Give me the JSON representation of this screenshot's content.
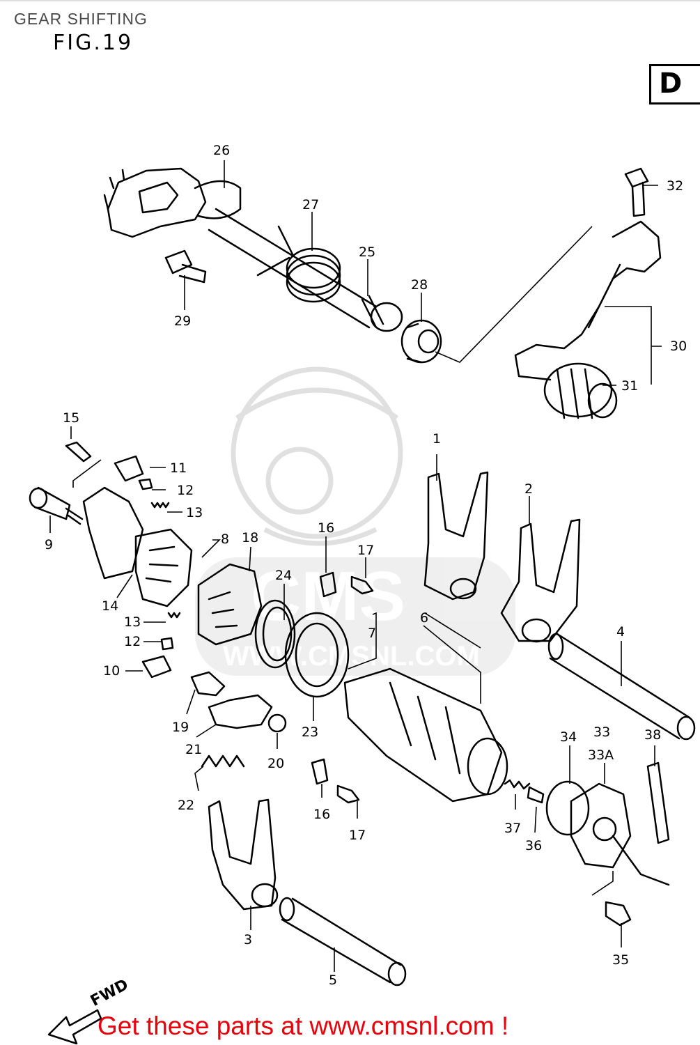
{
  "header": {
    "title": "GEAR SHIFTING",
    "figure": "FIG.19",
    "section": "D"
  },
  "watermark": {
    "brand": "CMS",
    "url": "WWW.CMSNL.COM"
  },
  "direction_label": "FWD",
  "footer": {
    "text": "Get these parts at www.cmsnl.com !",
    "color": "#e8000b"
  },
  "callouts": [
    {
      "id": "c1",
      "label": "1"
    },
    {
      "id": "c2",
      "label": "2"
    },
    {
      "id": "c3",
      "label": "3"
    },
    {
      "id": "c4",
      "label": "4"
    },
    {
      "id": "c5",
      "label": "5"
    },
    {
      "id": "c6",
      "label": "6"
    },
    {
      "id": "c7",
      "label": "7"
    },
    {
      "id": "c8",
      "label": "8"
    },
    {
      "id": "c9",
      "label": "9"
    },
    {
      "id": "c10",
      "label": "10"
    },
    {
      "id": "c11",
      "label": "11"
    },
    {
      "id": "c12a",
      "label": "12"
    },
    {
      "id": "c12b",
      "label": "12"
    },
    {
      "id": "c13a",
      "label": "13"
    },
    {
      "id": "c13b",
      "label": "13"
    },
    {
      "id": "c14",
      "label": "14"
    },
    {
      "id": "c15",
      "label": "15"
    },
    {
      "id": "c16a",
      "label": "16"
    },
    {
      "id": "c16b",
      "label": "16"
    },
    {
      "id": "c17a",
      "label": "17"
    },
    {
      "id": "c17b",
      "label": "17"
    },
    {
      "id": "c18",
      "label": "18"
    },
    {
      "id": "c19",
      "label": "19"
    },
    {
      "id": "c20",
      "label": "20"
    },
    {
      "id": "c21",
      "label": "21"
    },
    {
      "id": "c22",
      "label": "22"
    },
    {
      "id": "c23",
      "label": "23"
    },
    {
      "id": "c24",
      "label": "24"
    },
    {
      "id": "c25",
      "label": "25"
    },
    {
      "id": "c26",
      "label": "26"
    },
    {
      "id": "c27",
      "label": "27"
    },
    {
      "id": "c28",
      "label": "28"
    },
    {
      "id": "c29",
      "label": "29"
    },
    {
      "id": "c30",
      "label": "30"
    },
    {
      "id": "c31",
      "label": "31"
    },
    {
      "id": "c32",
      "label": "32"
    },
    {
      "id": "c33",
      "label": "33"
    },
    {
      "id": "c33a",
      "label": "33A"
    },
    {
      "id": "c34",
      "label": "34"
    },
    {
      "id": "c35",
      "label": "35"
    },
    {
      "id": "c36",
      "label": "36"
    },
    {
      "id": "c37",
      "label": "37"
    },
    {
      "id": "c38",
      "label": "38"
    }
  ]
}
